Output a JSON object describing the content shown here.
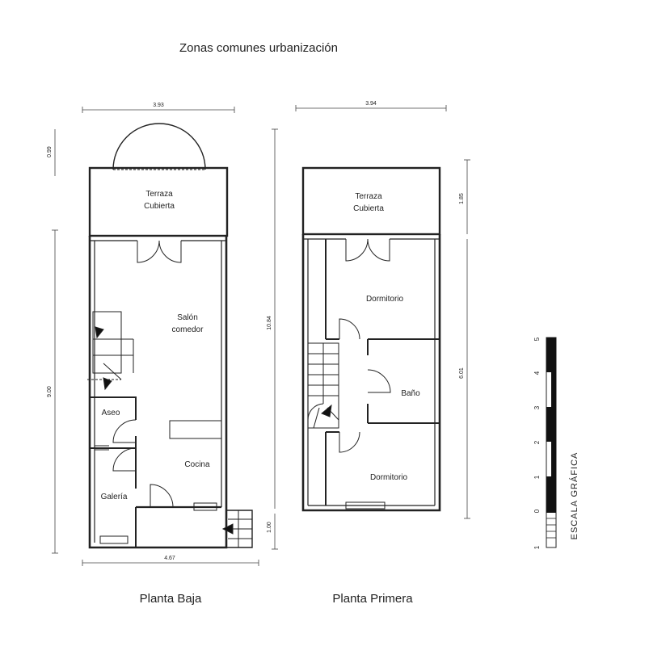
{
  "title": "Zonas comunes urbanización",
  "plans": {
    "ground": {
      "caption": "Planta Baja",
      "rooms": {
        "terrace": [
          "Terraza",
          "Cubierta"
        ],
        "salon": [
          "Salón",
          "comedor"
        ],
        "aseo": "Aseo",
        "cocina": "Cocina",
        "galeria": "Galería"
      },
      "dims": {
        "top_width": "3.93",
        "bottom_width": "4.67",
        "left_top": "0.99",
        "left_main": "9.00",
        "right_total": "10.84",
        "right_bottom": "1.00"
      }
    },
    "first": {
      "caption": "Planta Primera",
      "rooms": {
        "terrace": [
          "Terraza",
          "Cubierta"
        ],
        "dorm_top": "Dormitorio",
        "bano": "Baño",
        "dorm_bottom": "Dormitorio"
      },
      "dims": {
        "top_width": "3.94",
        "right_top": "1.85",
        "right_main": "6.01"
      }
    }
  },
  "scale": {
    "title": "ESCALA GRÁFICA",
    "ticks": [
      "5",
      "4",
      "3",
      "2",
      "1",
      "0",
      "1"
    ]
  }
}
